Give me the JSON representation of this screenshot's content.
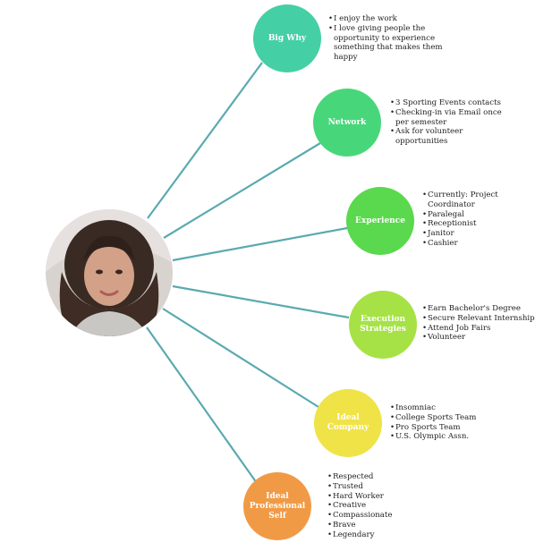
{
  "diagram": {
    "connector_color": "#5aaab0",
    "nodes": [
      {
        "id": "big-why",
        "label": "Big Why",
        "color": "#45cfa5",
        "items": [
          "I enjoy the work",
          "I love giving people the\nopportunity to experience\nsomething that makes them\nhappy"
        ]
      },
      {
        "id": "network",
        "label": "Network",
        "color": "#47d77a",
        "items": [
          "3 Sporting Events contacts",
          "Checking-in via Email once\nper semester",
          "Ask for volunteer\nopportunities"
        ]
      },
      {
        "id": "experience",
        "label": "Experience",
        "color": "#5ad84e",
        "items": [
          "Currently: Project\nCoordinator",
          "Paralegal",
          "Receptionist",
          "Janitor",
          "Cashier"
        ]
      },
      {
        "id": "execution-strategies",
        "label": "Execution\nStrategies",
        "color": "#a6e246",
        "items": [
          "Earn Bachelor's Degree",
          "Secure Relevant Internship",
          "Attend Job Fairs",
          "Volunteer"
        ]
      },
      {
        "id": "ideal-company",
        "label": "Ideal\nCompany",
        "color": "#f0e348",
        "items": [
          "Insomniac",
          "College Sports Team",
          "Pro Sports Team",
          "U.S. Olympic Assn."
        ]
      },
      {
        "id": "ideal-professional-self",
        "label": "Ideal\nProfessional\nSelf",
        "color": "#f19a45",
        "items": [
          "Respected",
          "Trusted",
          "Hard Worker",
          "Creative",
          "Compassionate",
          "Brave",
          "Legendary"
        ]
      }
    ]
  }
}
